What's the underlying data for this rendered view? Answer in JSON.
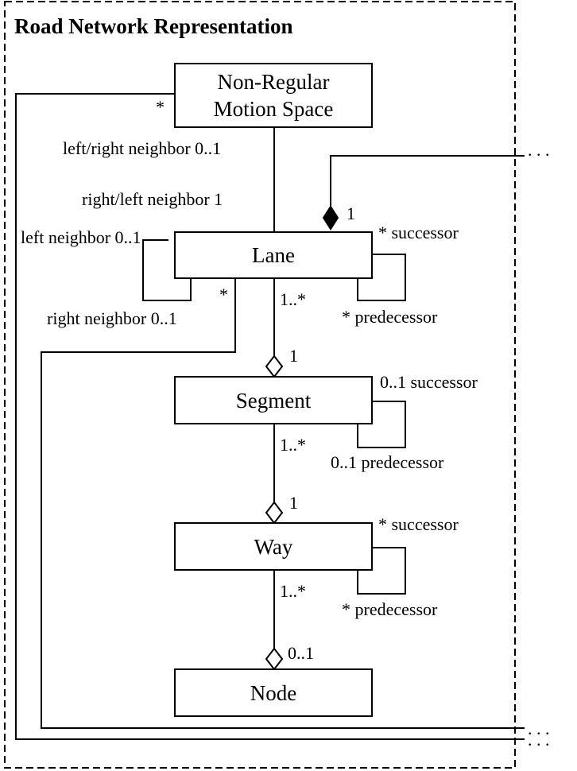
{
  "title": "Road Network Representation",
  "classes": {
    "nrms_line1": "Non-Regular",
    "nrms_line2": "Motion Space",
    "lane": "Lane",
    "segment": "Segment",
    "way": "Way",
    "node": "Node"
  },
  "labels": {
    "nrms_star": "*",
    "lr_neighbor": "left/right neighbor  0..1",
    "rl_neighbor": "right/left neighbor  1",
    "left_neighbor": "left neighbor 0..1",
    "right_neighbor": "right neighbor 0..1",
    "lane_ext_mult": "1",
    "lane_succ": "*  successor",
    "lane_pred": "*  predecessor",
    "lane_star": "*",
    "lane_seg_mult": "1..*",
    "seg_lane_mult": "1",
    "seg_succ": "0..1  successor",
    "seg_pred": "0..1  predecessor",
    "seg_way_mult": "1..*",
    "way_seg_mult": "1",
    "way_succ": "*  successor",
    "way_pred": "*  predecessor",
    "way_node_mult": "1..*",
    "node_way_mult": "0..1",
    "ellipsis_top": ". . .",
    "ellipsis_bottom": ". . ."
  },
  "colors": {
    "stroke": "#000000",
    "background": "#ffffff"
  }
}
